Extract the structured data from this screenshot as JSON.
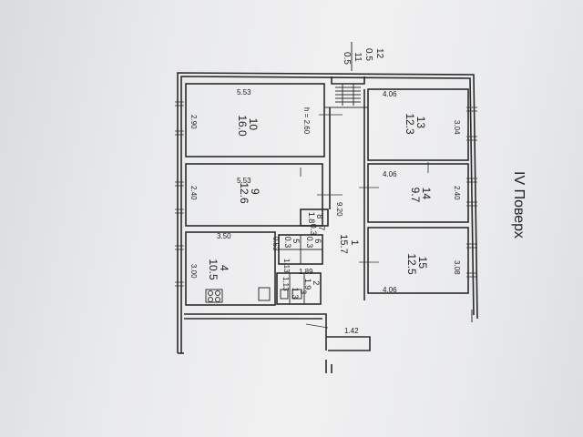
{
  "floor_label": "IV Поверх",
  "rooms": [
    {
      "id": "room-10",
      "number": "10",
      "area": "16.0",
      "width": "5.53",
      "depth": "2.90",
      "extra": "h = 2.60"
    },
    {
      "id": "room-9",
      "number": "9",
      "area": "12.6",
      "width": "5.53",
      "depth": "2.40"
    },
    {
      "id": "room-4",
      "number": "4",
      "area": "10.5",
      "width": "3.50",
      "depth": "3.00"
    },
    {
      "id": "room-13",
      "number": "13",
      "area": "12.3",
      "width": "4.06",
      "depth": "3.04"
    },
    {
      "id": "room-14",
      "number": "14",
      "area": "9.7",
      "width": "4.06",
      "depth": "2.40"
    },
    {
      "id": "room-15",
      "number": "15",
      "area": "12.5",
      "width": "4.06",
      "depth": "3.08"
    },
    {
      "id": "room-1",
      "number": "1",
      "area": "15.7",
      "depth": "9.20"
    },
    {
      "id": "room-2",
      "number": "2",
      "area": "1.9"
    },
    {
      "id": "room-3",
      "number": "3",
      "area": "1.3"
    },
    {
      "id": "room-5",
      "number": "5",
      "area": "0.3"
    },
    {
      "id": "room-6",
      "number": "6",
      "area": "0.3"
    },
    {
      "id": "room-7",
      "number": "7",
      "area": "0.3"
    },
    {
      "id": "room-8",
      "number": "8",
      "area": "1.8"
    }
  ],
  "stair_labels": {
    "top_area": "0.5",
    "top_num": "12",
    "low_area": "0.5",
    "low_num": "11"
  },
  "dimensions": {
    "d189": "1.89",
    "d113": "1.13",
    "d113b": "1.13",
    "d142": "1.42",
    "d053": "0.53",
    "d406b": "4.06"
  }
}
